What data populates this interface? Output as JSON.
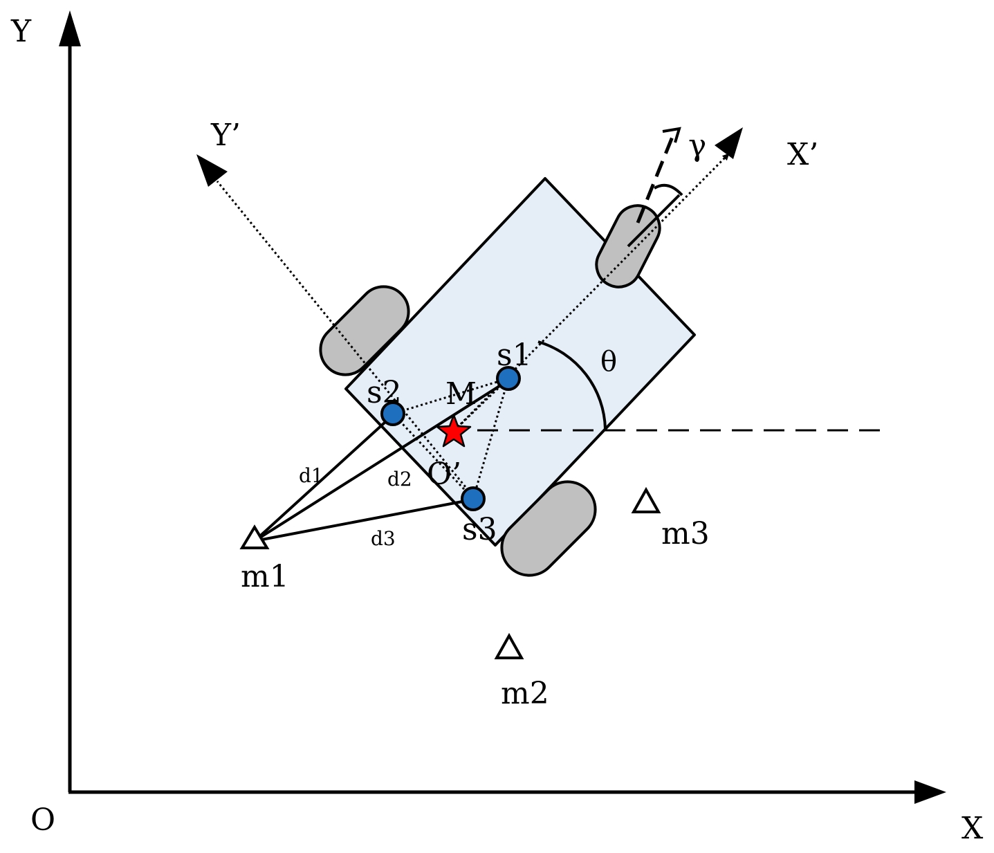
{
  "axes": {
    "origin": "O",
    "x": "X",
    "y": "Y",
    "x_prime": "X’",
    "y_prime": "Y’",
    "o_prime": "O’"
  },
  "angles": {
    "theta": "θ",
    "gamma": "γ"
  },
  "sensors": [
    "s1",
    "s2",
    "s3"
  ],
  "center_label": "M",
  "markers": [
    "m1",
    "m2",
    "m3"
  ],
  "distances": [
    "d1",
    "d2",
    "d3"
  ],
  "colors": {
    "body_fill": "#e5edf7",
    "wheel_fill": "#c0c0c0",
    "sensor_fill": "#1f6fbf",
    "star_fill": "#ff0000",
    "line": "#000000"
  }
}
